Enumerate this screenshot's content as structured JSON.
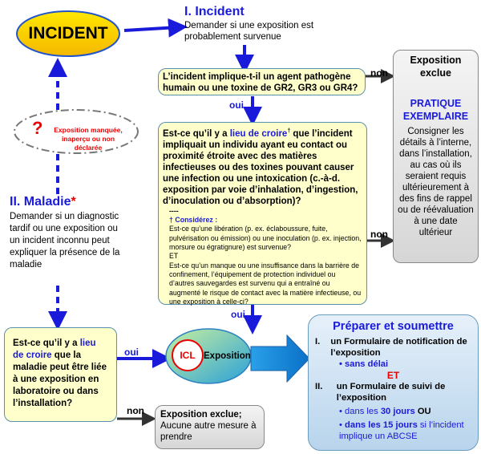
{
  "incident_node": {
    "label": "INCIDENT"
  },
  "section1": {
    "title": "I. Incident",
    "text": "Demander si une exposition est probablement survenue"
  },
  "q1": {
    "text": "L’incident implique-t-il un agent pathogène humain ou une toxine de GR2, GR3 ou GR4?"
  },
  "q2": {
    "pre": "Est-ce qu’il y a ",
    "link": "lieu de croire",
    "dagger": "†",
    "post": " que l’incident impliquait un individu ayant eu contact ou proximité étroite avec des matières infectieuses ou des toxines pouvant causer une infection ou une intoxication (c.-à-d. exposition par voie d’inhalation, d’ingestion, d’inoculation ou d’absorption)?",
    "sep": "----",
    "consider": "† Considérez :",
    "c1": "Est-ce qu’une libération (p. ex. éclaboussure, fuite, pulvérisation ou émission) ou une inoculation (p. ex. injection, morsure ou égratignure) est survenue?",
    "et": "ET",
    "c2": "Est-ce qu’un manque ou une insuffisance dans la barrière de confinement, l’équipement de protection individuel ou d’autres sauvegardes est survenu qui a entraîné ou augmenté le risque de contact avec la matière infectieuse, ou une exposition à celle-ci?"
  },
  "labels": {
    "non1": "non",
    "oui1": "oui",
    "non2": "non",
    "oui2": "oui",
    "oui3": "oui",
    "non3": "non"
  },
  "excluded": {
    "title": "Exposition exclue",
    "practice": "PRATIQUE EXEMPLAIRE",
    "text": "Consigner les détails à l’interne, dans l’installation, au cas où ils seraient requis ultérieurement à des fins de rappel ou de réévaluation à une date ultérieur"
  },
  "missed": {
    "mark": "?",
    "text": "Exposition manquée, inaperçu ou non déclarée"
  },
  "section2": {
    "title": "II. Maladie",
    "star": "*",
    "text": "Demander si un diagnostic tardif ou une exposition ou un incident inconnu peut expliquer la présence de la maladie"
  },
  "q3": {
    "pre": "Est-ce qu’il y a ",
    "link": "lieu de croire",
    "post": " que la maladie peut être liée à une exposition en laboratoire ou dans l’installation?"
  },
  "exposure_node": {
    "icl": "ICL",
    "label": "Exposition"
  },
  "excluded2": {
    "title": "Exposition exclue;",
    "text": "Aucune autre mesure à prendre"
  },
  "submit": {
    "title": "Préparer et soumettre",
    "i1_num": "I.",
    "i1": "un Formulaire de notification de l’exposition",
    "i1_b1": "sans délai",
    "et": "ET",
    "i2_num": "II.",
    "i2": "un Formulaire de suivi de l’exposition",
    "b1_a": "dans les ",
    "b1_b": "30 jours",
    "b1_c": " OU",
    "b2_a": "dans les 15 jours",
    "b2_b": " si l’incident implique un ABCSE"
  },
  "colors": {
    "arrow": "#1a1adb",
    "yellow": "#ffffcc",
    "accent_red": "#e00000"
  }
}
